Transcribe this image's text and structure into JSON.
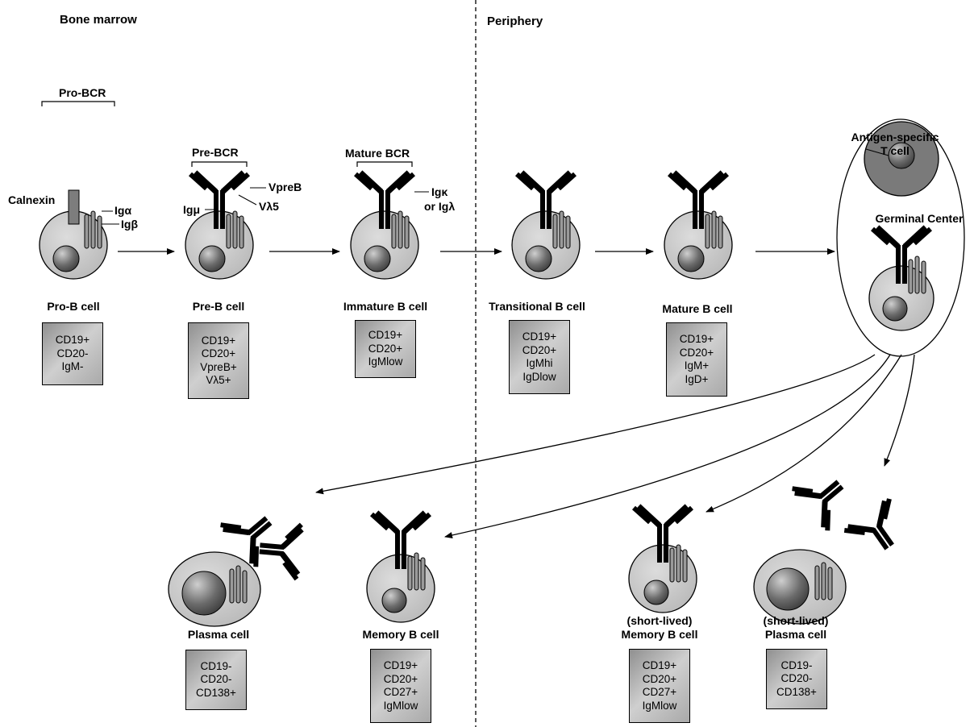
{
  "headers": {
    "left": "Bone marrow",
    "right": "Periphery"
  },
  "receptors": {
    "pro_bcr": "Pro-BCR",
    "pre_bcr": "Pre-BCR",
    "mature_bcr": "Mature BCR",
    "calnexin": "Calnexin",
    "ig_alpha": "Igα",
    "ig_beta": "Igβ",
    "ig_mu": "Igμ",
    "vpreb": "VpreB",
    "v_lambda5": "Vλ5",
    "ig_kappa": "Igκ",
    "or_ig_lambda": "or Igλ"
  },
  "germinal": {
    "tcell_line1": "Antigen-specific",
    "tcell_line2": "T cell",
    "center": "Germinal Center"
  },
  "stages": {
    "pro_b": {
      "name": "Pro-B cell",
      "markers": [
        "CD19+",
        "CD20-",
        "IgM-"
      ]
    },
    "pre_b": {
      "name": "Pre-B cell",
      "markers": [
        "CD19+",
        "CD20+",
        "VpreB+",
        "Vλ5+"
      ]
    },
    "immature_b": {
      "name": "Immature B cell",
      "markers": [
        "CD19+",
        "CD20+",
        "IgMlow"
      ]
    },
    "transitional_b": {
      "name": "Transitional B cell",
      "markers": [
        "CD19+",
        "CD20+",
        "IgMhi",
        "IgDlow"
      ]
    },
    "mature_b": {
      "name": "Mature B cell",
      "markers": [
        "CD19+",
        "CD20+",
        "IgM+",
        "IgD+"
      ]
    },
    "plasma": {
      "name": "Plasma cell",
      "markers": [
        "CD19-",
        "CD20-",
        "CD138+"
      ]
    },
    "memory_b": {
      "name": "Memory B cell",
      "markers": [
        "CD19+",
        "CD20+",
        "CD27+",
        "IgMlow"
      ]
    },
    "sl_memory_b": {
      "prefix": "(short-lived)",
      "name": "Memory B cell",
      "markers": [
        "CD19+",
        "CD20+",
        "CD27+",
        "IgMlow"
      ]
    },
    "sl_plasma": {
      "prefix": "(short-lived)",
      "name": "Plasma cell",
      "markers": [
        "CD19-",
        "CD20-",
        "CD138+"
      ]
    }
  }
}
